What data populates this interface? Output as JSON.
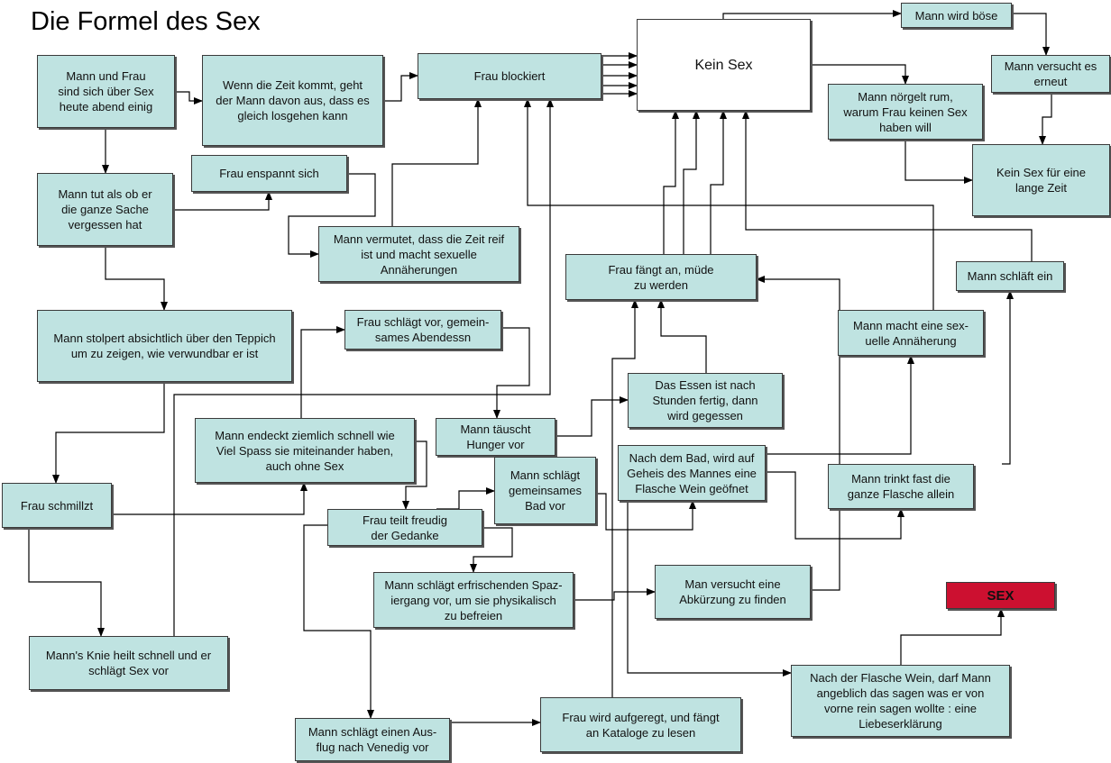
{
  "title": "Die Formel des Sex",
  "nodes": {
    "einig": "Mann und Frau\nsind sich über Sex\nheute abend einig",
    "zeit_kommt": "Wenn die Zeit kommt, geht\nder Mann davon aus, dass es\ngleich losgehen kann",
    "blockiert": "Frau blockiert",
    "kein_sex": "Kein Sex",
    "boese": "Mann wird böse",
    "versucht_erneut": "Mann versucht es\nerneut",
    "noergelt": "Mann nörgelt rum,\nwarum Frau keinen Sex\nhaben will",
    "lange_zeit": "Kein Sex für eine\nlange Zeit",
    "vergessen": "Mann tut als ob er\ndie ganze Sache\nvergessen hat",
    "entspannt": "Frau enspannt sich",
    "vermutet": "Mann vermutet, dass die Zeit reif\nist und macht sexuelle\nAnnäherungen",
    "muede": "Frau fängt an, müde\nzu werden",
    "schlaeft": "Mann schläft ein",
    "stolpert": "Mann stolpert absichtlich über den Teppich\num zu zeigen, wie verwundbar er ist",
    "abendessen": "Frau schlägt vor, gemein-\nsames Abendessn",
    "annaeherung": "Mann macht eine sex-\nuelle Annäherung",
    "essen_fertig": "Das Essen ist nach\nStunden fertig, dann\nwird gegessen",
    "hunger": "Mann täuscht\nHunger vor",
    "spass": "Mann endeckt ziemlich schnell wie\nViel Spass sie miteinander haben,\nauch ohne Sex",
    "bad_wein": "Nach dem Bad, wird auf\nGeheis des Mannes eine\nFlasche Wein geöfnet",
    "bad": "Mann schlägt\ngemeinsames\nBad vor",
    "trinkt": "Mann trinkt fast die\nganze Flasche allein",
    "schmilzt": "Frau schmillzt",
    "gedanke": "Frau teilt freudig\nder Gedanke",
    "spaziergang": "Mann schlägt erfrischenden Spaz-\niergang vor, um sie physikalisch\nzu befreien",
    "abkuerzung": "Man versucht eine\nAbkürzung zu finden",
    "sex": "SEX",
    "knie": "Mann's Knie heilt schnell und er\nschlägt Sex vor",
    "flasche_wein": "Nach der Flasche Wein, darf Mann\nangeblich das sagen was er von\nvorne rein sagen wollte : eine\nLiebeserklärung",
    "venedig": "Mann schlägt einen Aus-\nflug nach Venedig vor",
    "kataloge": "Frau wird aufgeregt, und fängt\nan Kataloge zu lesen"
  }
}
